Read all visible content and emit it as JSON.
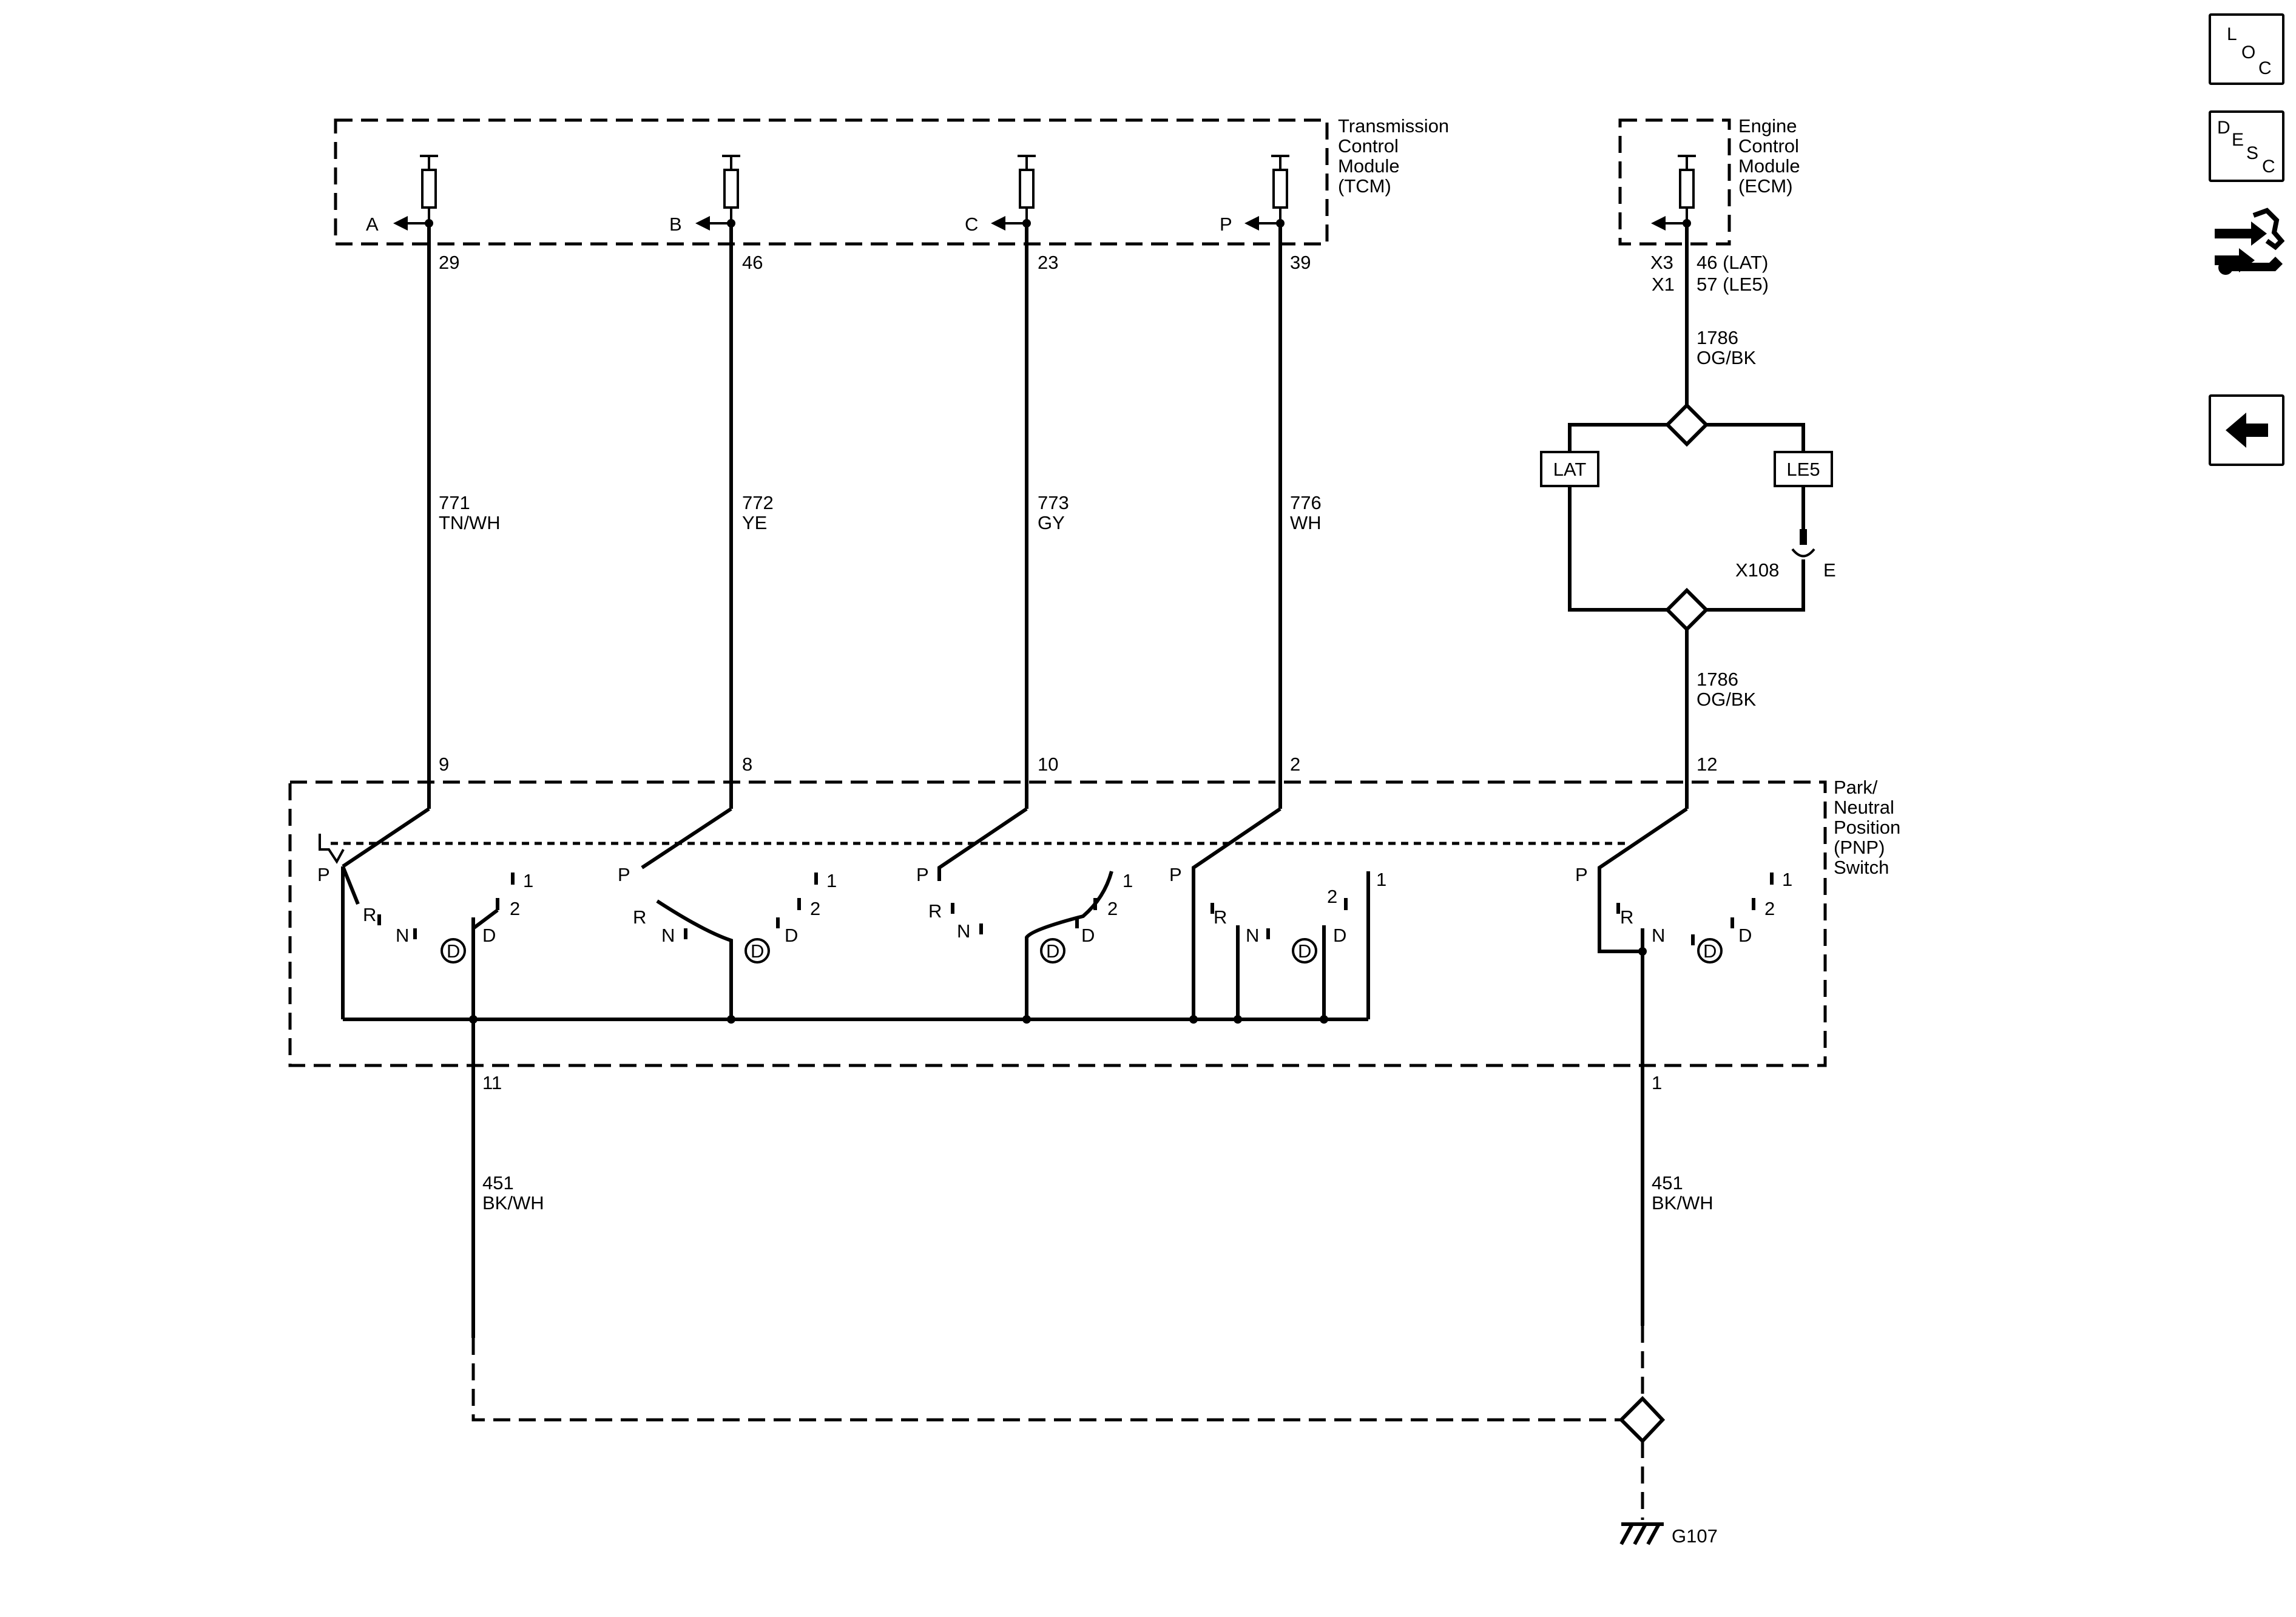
{
  "modules": {
    "tcm": {
      "line1": "Transmission",
      "line2": "Control",
      "line3": "Module",
      "line4": "(TCM)"
    },
    "ecm": {
      "line1": "Engine",
      "line2": "Control",
      "line3": "Module",
      "line4": "(ECM)"
    },
    "pnp": {
      "line1": "Park/",
      "line2": "Neutral",
      "line3": "Position",
      "line4": "(PNP)",
      "line5": "Switch"
    }
  },
  "tcm_outputs": [
    {
      "letter": "A",
      "pin": "29",
      "circuit": "771",
      "color": "TN/WH",
      "switch_pin": "9"
    },
    {
      "letter": "B",
      "pin": "46",
      "circuit": "772",
      "color": "YE",
      "switch_pin": "8"
    },
    {
      "letter": "C",
      "pin": "23",
      "circuit": "773",
      "color": "GY",
      "switch_pin": "10"
    },
    {
      "letter": "P",
      "pin": "39",
      "circuit": "776",
      "color": "WH",
      "switch_pin": "2"
    }
  ],
  "ecm_output": {
    "x3": "X3",
    "x1": "X1",
    "pin_lat": "46 (LAT)",
    "pin_le5": "57 (LE5)",
    "circuit": "1786",
    "color": "OG/BK",
    "switch_pin": "12"
  },
  "options": {
    "lat": "LAT",
    "le5": "LE5"
  },
  "connector": {
    "name": "X108",
    "pin": "E"
  },
  "positions": {
    "p": "P",
    "r": "R",
    "n": "N",
    "d": "D",
    "two": "2",
    "one": "1",
    "d_circled": "D"
  },
  "ground_pins": {
    "left": "11",
    "right": "1"
  },
  "ground_circuit": {
    "circuit": "451",
    "color": "BK/WH"
  },
  "ground": {
    "name": "G107"
  },
  "nav": {
    "loc": {
      "l": "L",
      "o": "O",
      "c": "C"
    },
    "desc": {
      "d": "D",
      "e": "E",
      "s": "S",
      "c": "C"
    }
  }
}
